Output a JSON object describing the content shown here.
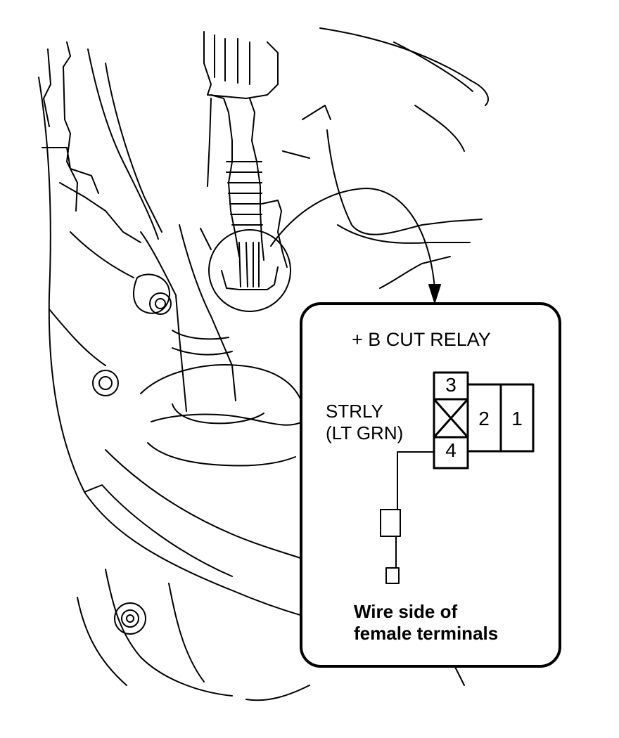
{
  "callout": {
    "title": "+ B CUT RELAY",
    "wire_label": "STRLY\n(LT GRN)",
    "caption": "Wire side of\nfemale terminals",
    "pins": {
      "p3": "3",
      "p2": "2",
      "p1": "1",
      "p4": "4"
    }
  }
}
